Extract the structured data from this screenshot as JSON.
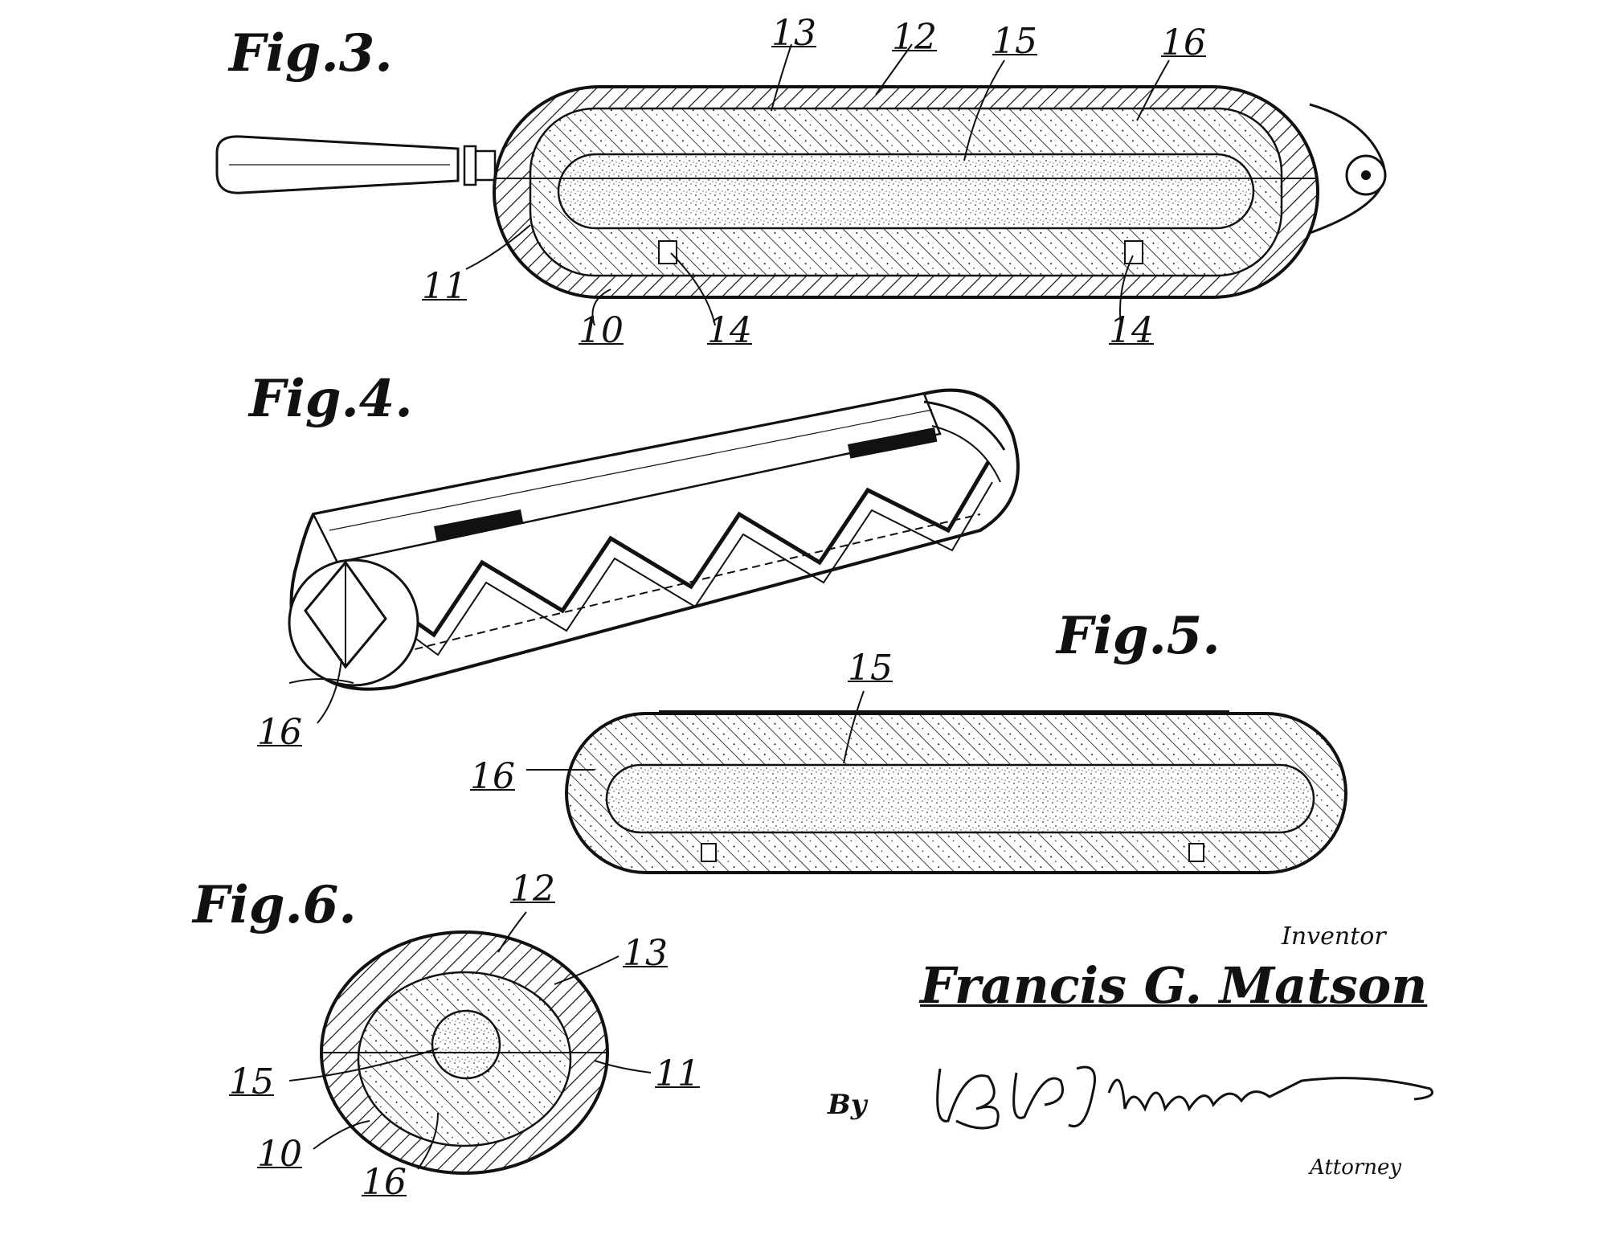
{
  "figures": {
    "fig3": "Fig.3.",
    "fig4": "Fig.4.",
    "fig5": "Fig.5.",
    "fig6": "Fig.6."
  },
  "labels": {
    "fig3": [
      "13",
      "12",
      "15",
      "16",
      "11",
      "10",
      "14",
      "14"
    ],
    "fig4": [
      "16"
    ],
    "fig5": [
      "15",
      "16"
    ],
    "fig6": [
      "12",
      "13",
      "15",
      "11",
      "10",
      "16"
    ]
  },
  "signature": {
    "inventor_caption": "Inventor",
    "inventor_name": "Francis G. Matson",
    "by": "By",
    "attorney_caption": "Attorney"
  },
  "colors": {
    "ink": "#111111",
    "paper": "#ffffff"
  }
}
